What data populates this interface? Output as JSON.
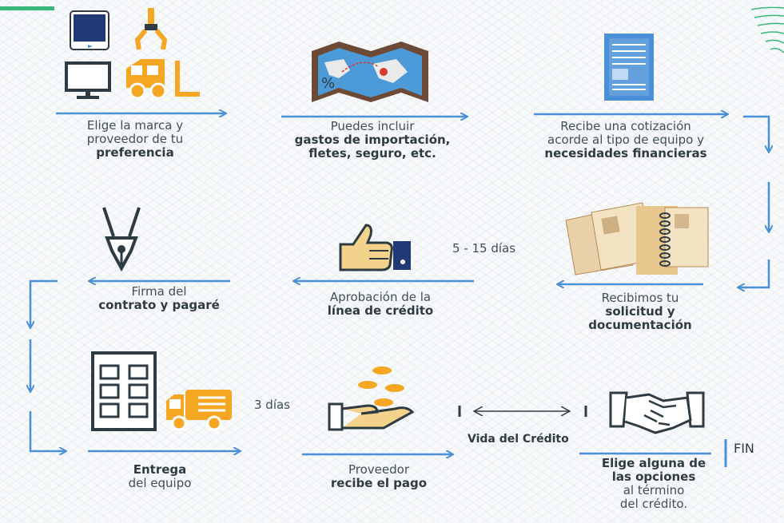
{
  "steps": [
    {
      "line1": "Elige la marca y",
      "line2": "proveedor de tu",
      "line3_bold": "preferencia"
    },
    {
      "line1": "Puedes incluir",
      "line2_bold": "gastos de importación,",
      "line3_bold": "fletes, seguro, etc."
    },
    {
      "line1": "Recibe una cotización",
      "line2": "acorde al  tipo de equipo y",
      "line3_bold": "necesidades financieras"
    },
    {
      "line1": "Recibimos tu",
      "line2_bold": "solicitud y",
      "line3_bold": "documentación"
    },
    {
      "line1": "Aprobación de la",
      "line2_bold": "línea de crédito"
    },
    {
      "line1": "Firma del",
      "line2_bold": "contrato y pagaré"
    },
    {
      "line1_bold": "Entrega",
      "line2": "del equipo"
    },
    {
      "line1": "Proveedor",
      "line2_bold": "recibe el pago"
    },
    {
      "line1_bold": "Elige alguna de",
      "line2_bold": "las opciones",
      "line3": "al término",
      "line4": "del crédito."
    }
  ],
  "durations": {
    "approval": "5 - 15 días",
    "delivery": "3 días"
  },
  "credit_life": "Vida del Crédito",
  "end_label": "FIN",
  "colors": {
    "arrow": "#4a90d9",
    "orange": "#f5a623",
    "dark": "#2e3b42",
    "navy": "#1f3a75"
  },
  "icons": [
    "tablet-icon",
    "crane-claw-icon",
    "monitor-icon",
    "truck-icon",
    "map-icon",
    "document-icon",
    "pen-nib-icon",
    "thumbs-up-icon",
    "notebook-icon",
    "building-icon",
    "delivery-truck-icon",
    "coins-hand-icon",
    "handshake-icon"
  ]
}
